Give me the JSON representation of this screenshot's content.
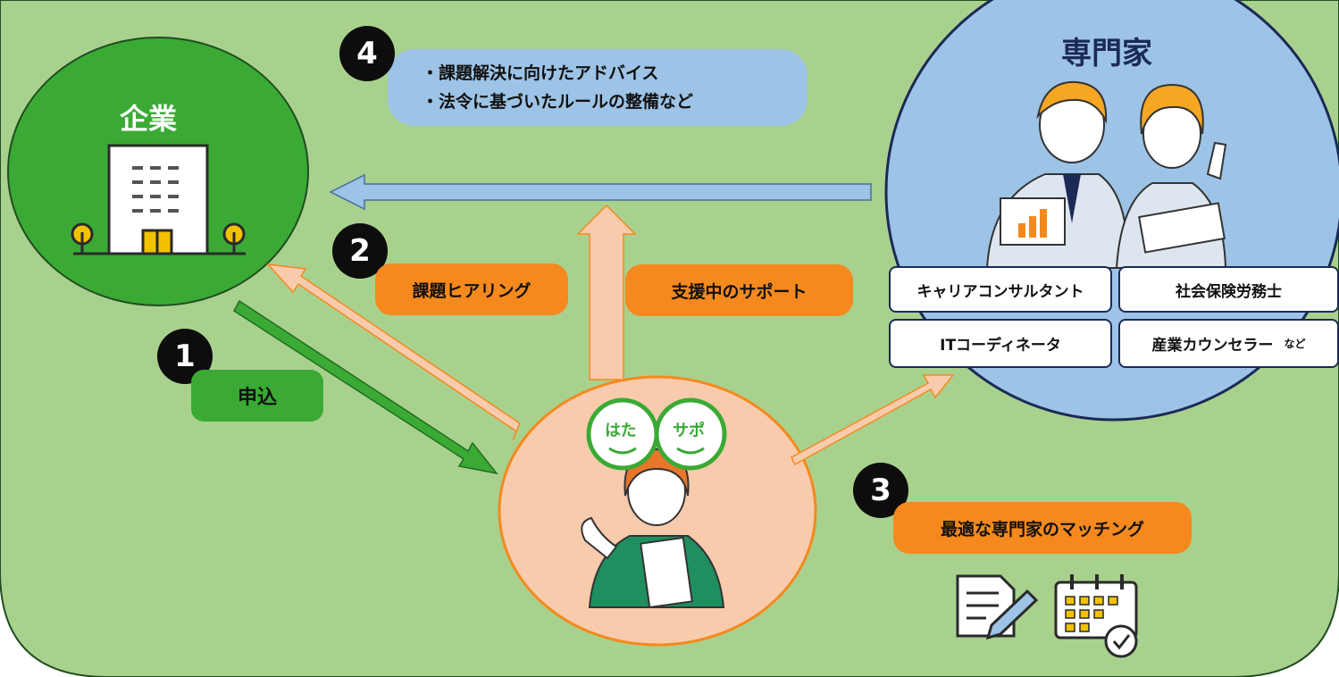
{
  "company": {
    "label": "企業"
  },
  "experts": {
    "label": "専門家",
    "roles": [
      "キャリアコンサルタント",
      "社会保険労務士",
      "ITコーディネータ",
      "産業カウンセラー"
    ],
    "roles_suffix": "など"
  },
  "hub": {
    "logo_left": "はた",
    "logo_right": "サポ"
  },
  "steps": {
    "step1": {
      "number": "1",
      "label": "申込"
    },
    "step2": {
      "number": "2",
      "label": "課題ヒアリング"
    },
    "step3": {
      "number": "3",
      "label": "最適な専門家のマッチング"
    },
    "step4": {
      "number": "4",
      "lines": [
        "・課題解決に向けたアドバイス",
        "・法令に基づいたルールの整備など"
      ]
    }
  },
  "support_label": "支援中のサポート",
  "colors": {
    "background": "#a9d18e",
    "company_circle": "#3aaa35",
    "hub_circle": "#f8cbad",
    "hub_border": "#f5891e",
    "expert_circle": "#9dc3e6",
    "expert_border": "#1b2a56",
    "orange": "#f5891e",
    "blue_arrow": "#9dc3e6",
    "green_arrow": "#3aaa35",
    "light_orange_arrow": "#f8cbad"
  },
  "icons": [
    "building-icon",
    "tree-icon",
    "document-pen-icon",
    "calendar-check-icon",
    "people-icon",
    "staff-icon"
  ]
}
